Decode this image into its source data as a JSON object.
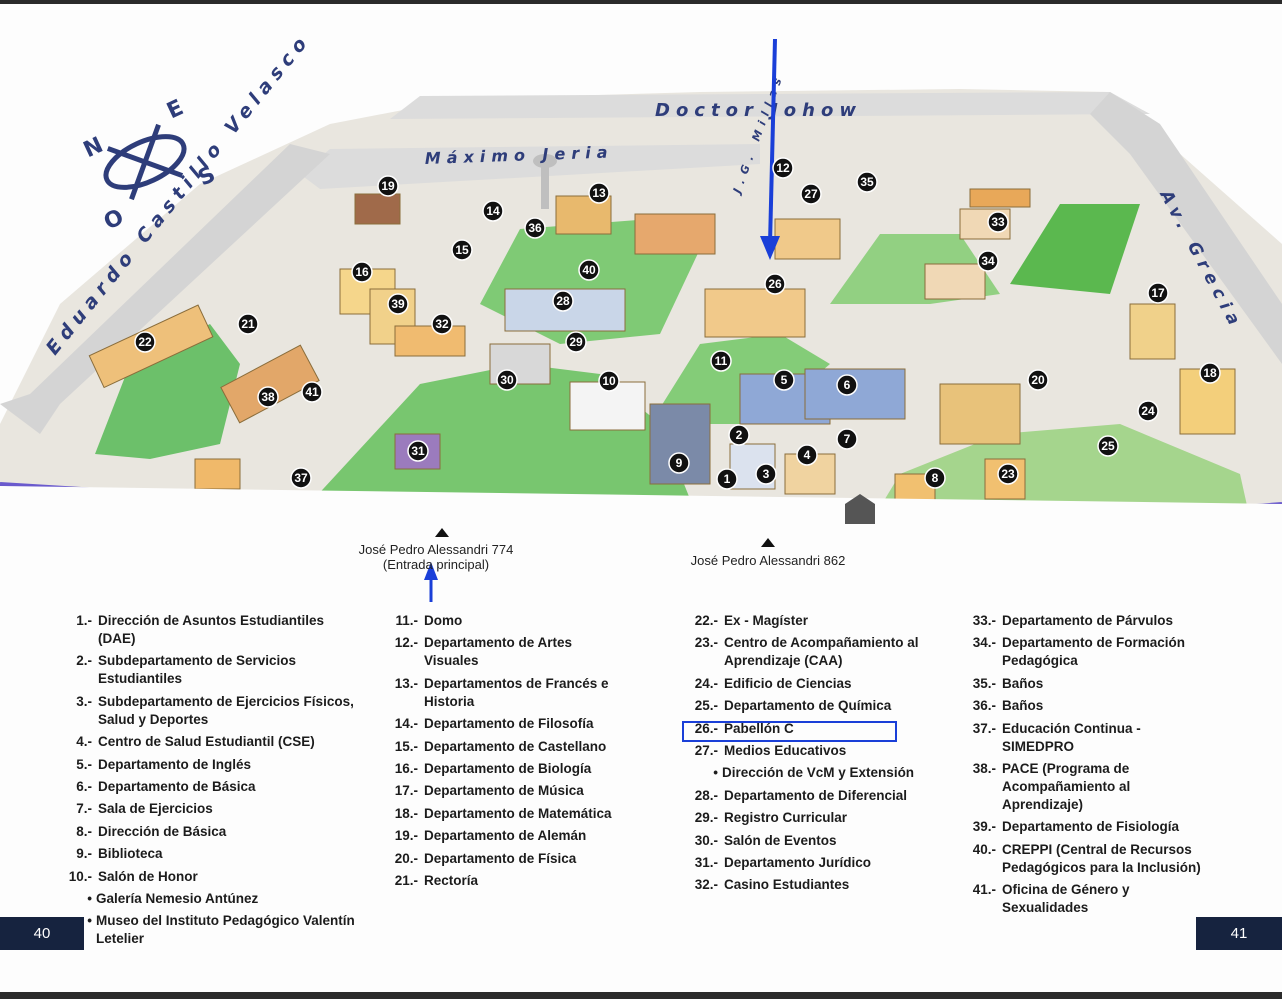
{
  "streets": {
    "doctor_johow": "Doctor Johow",
    "maximo_jeria": "Máximo Jeria",
    "jg_millas": "J.G. Millas",
    "eduardo_castillo_velasco": "Eduardo Castillo Velasco",
    "av_grecia": "Av. Grecia"
  },
  "compass": {
    "n": "N",
    "e": "E",
    "s": "S",
    "o": "O"
  },
  "entrances": {
    "main_address": "José Pedro Alessandri 774",
    "main_note": "(Entrada principal)",
    "second_address": "José Pedro Alessandri 862"
  },
  "markers": [
    "1",
    "2",
    "3",
    "4",
    "5",
    "6",
    "7",
    "8",
    "9",
    "10",
    "11",
    "12",
    "13",
    "14",
    "15",
    "16",
    "17",
    "18",
    "19",
    "20",
    "21",
    "22",
    "23",
    "24",
    "25",
    "26",
    "27",
    "28",
    "29",
    "30",
    "31",
    "32",
    "33",
    "34",
    "35",
    "36",
    "37",
    "38",
    "39",
    "40",
    "41"
  ],
  "legend": {
    "col1": [
      {
        "n": "1.-",
        "t": "Dirección de Asuntos Estudiantiles (DAE)"
      },
      {
        "n": "2.-",
        "t": "Subdepartamento de Servicios Estudiantiles"
      },
      {
        "n": "3.-",
        "t": "Subdepartamento de Ejercicios Físicos, Salud y Deportes"
      },
      {
        "n": "4.-",
        "t": "Centro de Salud Estudiantil (CSE)"
      },
      {
        "n": "5.-",
        "t": "Departamento de Inglés"
      },
      {
        "n": "6.-",
        "t": "Departamento de Básica"
      },
      {
        "n": "7.-",
        "t": "Sala de Ejercicios"
      },
      {
        "n": "8.-",
        "t": "Dirección de Básica"
      },
      {
        "n": "9.-",
        "t": "Biblioteca"
      },
      {
        "n": "10.-",
        "t": "Salón de Honor"
      },
      {
        "n": "•",
        "t": "Galería Nemesio Antúnez"
      },
      {
        "n": "•",
        "t": "Museo del Instituto Pedagógico Valentín Letelier"
      }
    ],
    "col2": [
      {
        "n": "11.-",
        "t": "Domo"
      },
      {
        "n": "12.-",
        "t": "Departamento de Artes Visuales"
      },
      {
        "n": "13.-",
        "t": "Departamentos de Francés e Historia"
      },
      {
        "n": "14.-",
        "t": "Departamento de Filosofía"
      },
      {
        "n": "15.-",
        "t": "Departamento de Castellano"
      },
      {
        "n": "16.-",
        "t": "Departamento de Biología"
      },
      {
        "n": "17.-",
        "t": "Departamento de Música"
      },
      {
        "n": "18.-",
        "t": "Departamento de Matemática"
      },
      {
        "n": "19.-",
        "t": "Departamento de Alemán"
      },
      {
        "n": "20.-",
        "t": "Departamento de Física"
      },
      {
        "n": "21.-",
        "t": "Rectoría"
      }
    ],
    "col3": [
      {
        "n": "22.-",
        "t": "Ex - Magíster"
      },
      {
        "n": "23.-",
        "t": "Centro de Acompañamiento al Aprendizaje (CAA)"
      },
      {
        "n": "24.-",
        "t": "Edificio de Ciencias"
      },
      {
        "n": "25.-",
        "t": "Departamento de Química"
      },
      {
        "n": "26.-",
        "t": "Pabellón C"
      },
      {
        "n": "27.-",
        "t": "Medios Educativos"
      },
      {
        "n": "•",
        "t": "Dirección de VcM y Extensión"
      },
      {
        "n": "28.-",
        "t": "Departamento de Diferencial"
      },
      {
        "n": "29.-",
        "t": "Registro Curricular"
      },
      {
        "n": "30.-",
        "t": "Salón de Eventos"
      },
      {
        "n": "31.-",
        "t": "Departamento Jurídico"
      },
      {
        "n": "32.-",
        "t": "Casino Estudiantes"
      }
    ],
    "col4": [
      {
        "n": "33.-",
        "t": "Departamento de Párvulos"
      },
      {
        "n": "34.-",
        "t": "Departamento de Formación Pedagógica"
      },
      {
        "n": "35.-",
        "t": "Baños"
      },
      {
        "n": "36.-",
        "t": "Baños"
      },
      {
        "n": "37.-",
        "t": "Educación Continua - SIMEDPRO"
      },
      {
        "n": "38.-",
        "t": "PACE (Programa de Acompañamiento al Aprendizaje)"
      },
      {
        "n": "39.-",
        "t": "Departamento de Fisiología"
      },
      {
        "n": "40.-",
        "t": "CREPPI (Central de Recursos Pedagógicos para la Inclusión)"
      },
      {
        "n": "41.-",
        "t": "Oficina de Género y Sexualidades"
      }
    ]
  },
  "page_numbers": {
    "left": "40",
    "right": "41"
  },
  "colors": {
    "street_text": "#2e3d7a",
    "lawn": "#6cc06a",
    "road": "#d8d8d8",
    "fence": "#6a5acd",
    "highlight": "#1a3fd8",
    "page_tab": "#16233f"
  }
}
